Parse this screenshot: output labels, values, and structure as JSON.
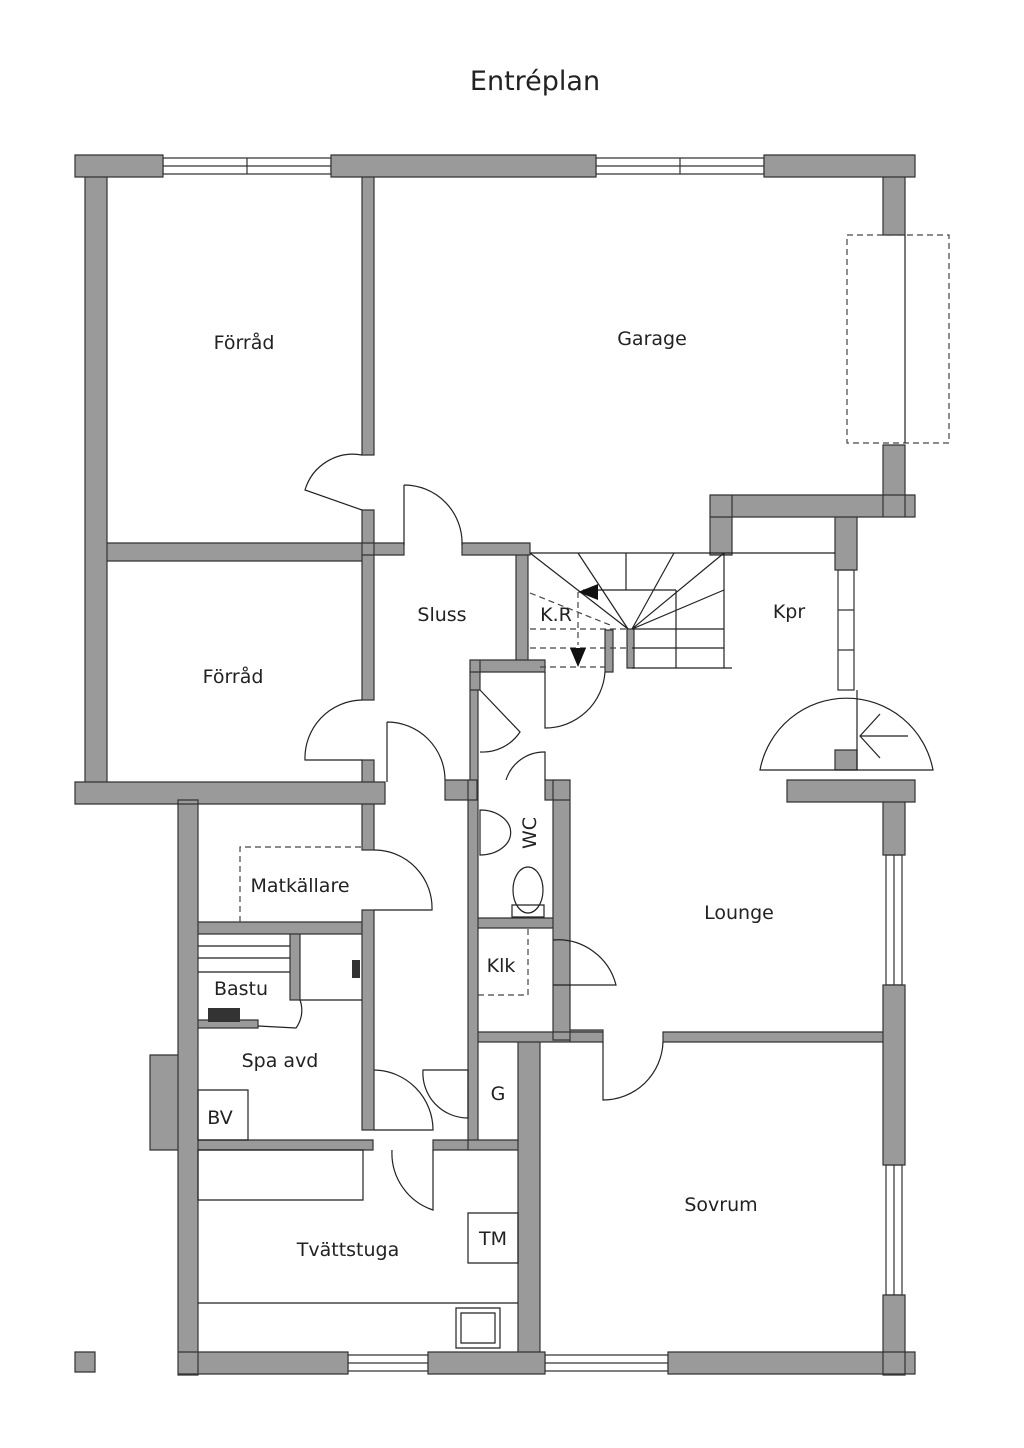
{
  "title": "Entréplan",
  "rooms": {
    "forrad_1": "Förråd",
    "garage": "Garage",
    "forrad_2": "Förråd",
    "sluss": "Sluss",
    "kr": "K.R",
    "kpr": "Kpr",
    "wc": "WC",
    "matkallare": "Matkällare",
    "lounge": "Lounge",
    "klk": "Klk",
    "bastu": "Bastu",
    "spa_avd": "Spa avd",
    "bv": "BV",
    "g": "G",
    "sovrum": "Sovrum",
    "tm": "TM",
    "tvattstuga": "Tvättstuga"
  }
}
